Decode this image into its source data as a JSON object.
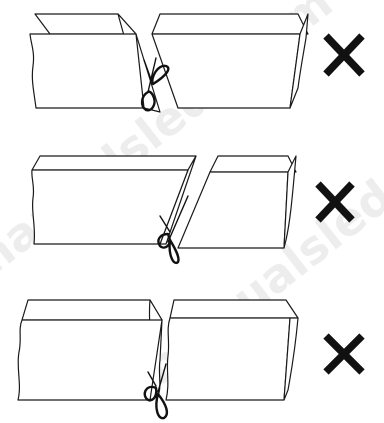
{
  "figure": {
    "panels": [
      {
        "id": "cut-angled-through-face",
        "verdict_icon": "cross-icon",
        "tool_icon": "scissors-icon"
      },
      {
        "id": "cut-diagonal-gap",
        "verdict_icon": "cross-icon",
        "tool_icon": "scissors-icon"
      },
      {
        "id": "cut-straight-jagged",
        "verdict_icon": "cross-icon",
        "tool_icon": "scissors-icon"
      }
    ],
    "colors": {
      "line": "#1a1a1a",
      "cross": "#111111",
      "background": "#ffffff"
    }
  }
}
